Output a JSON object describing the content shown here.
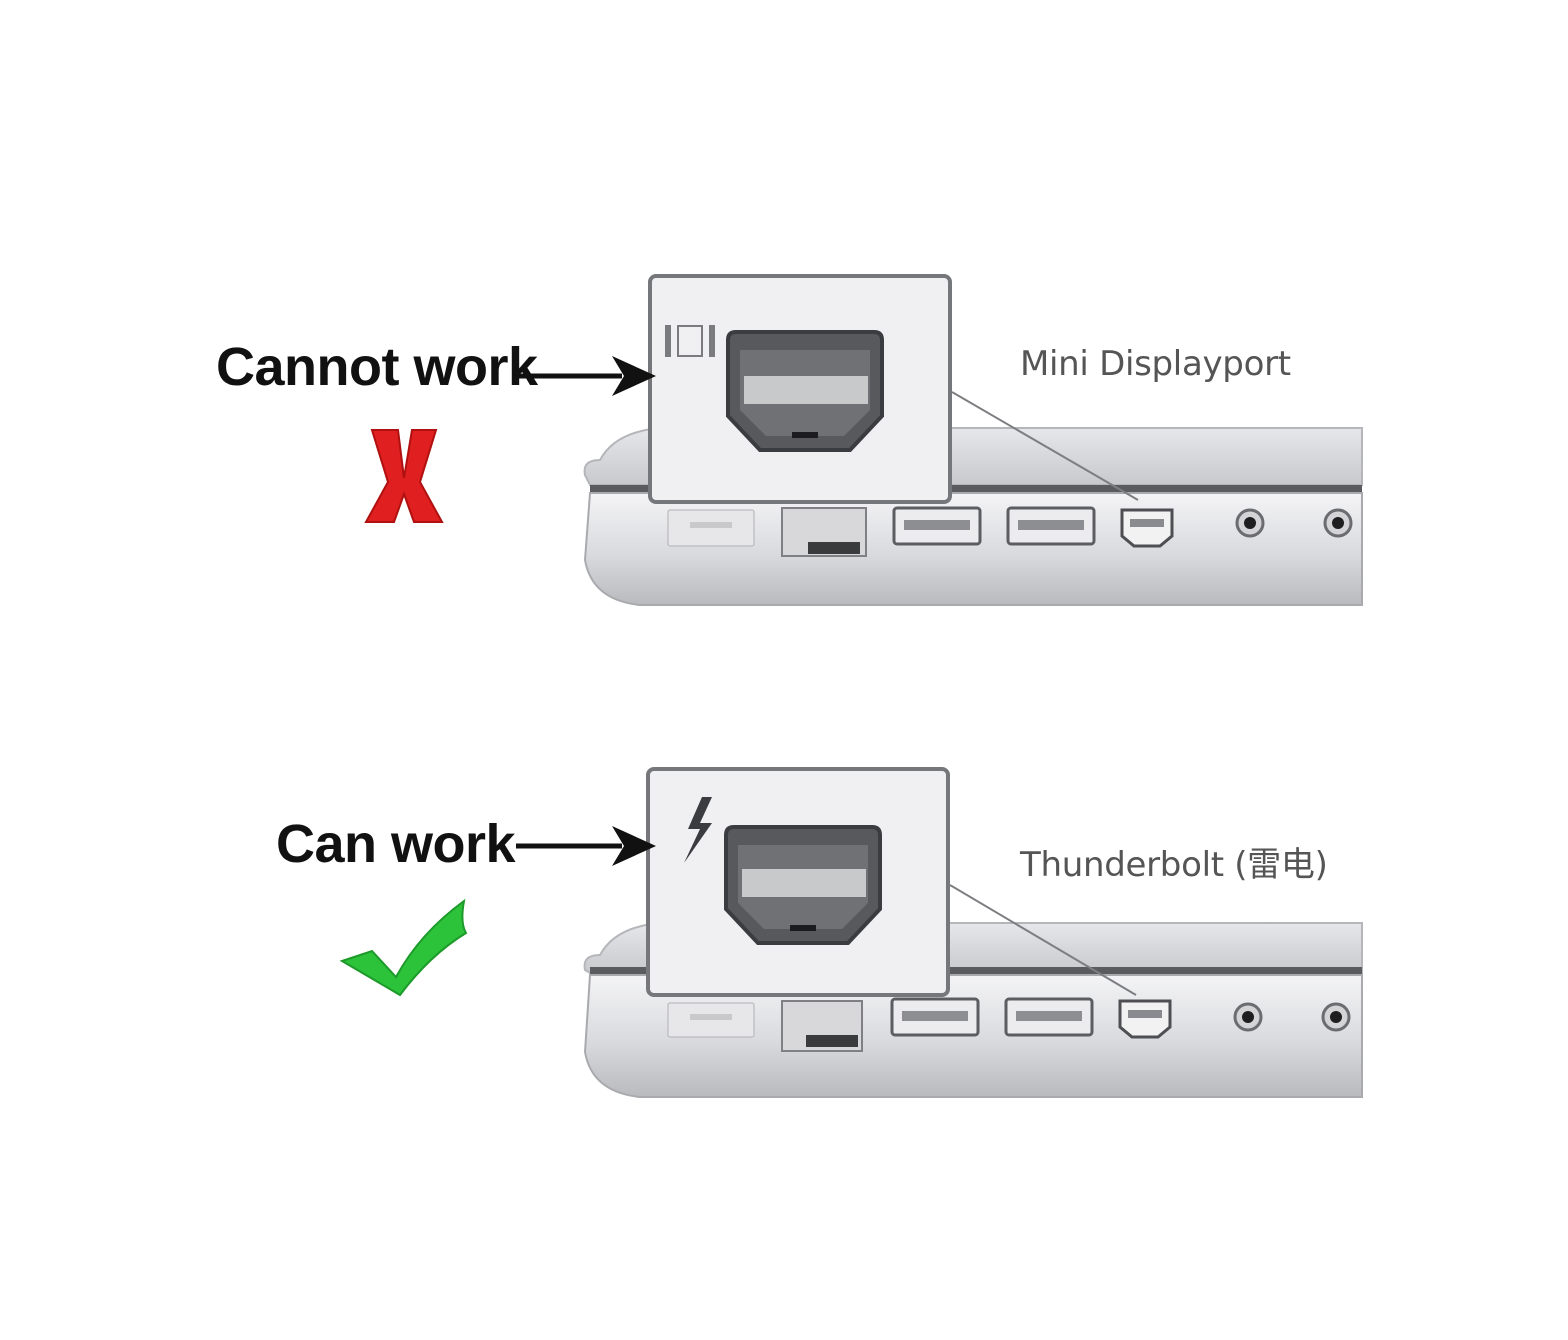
{
  "panels": [
    {
      "status_label": "Cannot work",
      "status_mark": "red-x-mark",
      "status_color": "#e02020",
      "port_label": "Mini Displayport",
      "port_symbol": "mini-displayport-icon"
    },
    {
      "status_label": "Can work",
      "status_mark": "green-check-mark",
      "status_color": "#2cc23a",
      "port_label": "Thunderbolt (雷电)",
      "port_symbol": "thunderbolt-icon"
    }
  ]
}
